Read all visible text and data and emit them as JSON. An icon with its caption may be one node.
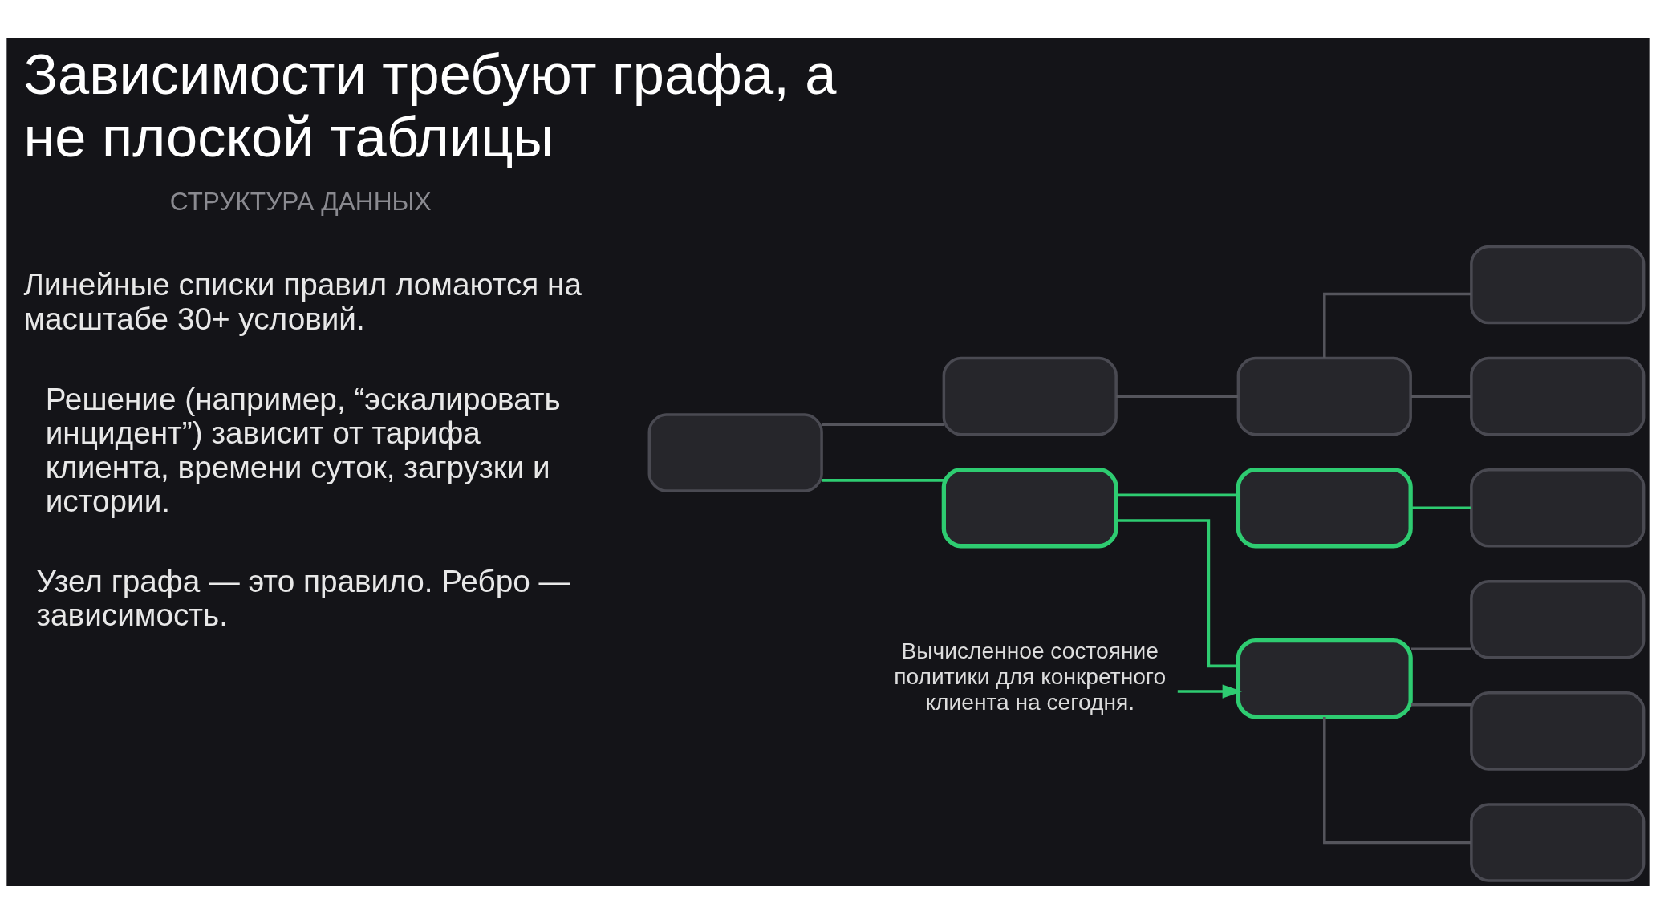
{
  "diagram": {
    "title": "Зависимости требуют графа, а не плоской таблицы",
    "nodes": [
      {
        "text": [],
        "shape": "box"
      },
      {
        "text": [],
        "shape": "box"
      },
      {
        "text": [],
        "shape": "box"
      },
      {
        "text": [],
        "shape": "box"
      },
      {
        "text": [],
        "shape": "box"
      },
      {
        "text": [],
        "shape": "box"
      },
      {
        "text": [],
        "shape": "box"
      },
      {
        "text": [],
        "shape": "box"
      },
      {
        "text": [],
        "shape": "box"
      },
      {
        "text": [],
        "shape": "box"
      },
      {
        "text": [],
        "shape": "box"
      },
      {
        "text": [],
        "shape": "box"
      },
      {
        "text": [
          "Вычисленное состояние политики для конкретного клиента на сегодня."
        ]
      }
    ],
    "edges": [
      {
        "from": 0,
        "to": 1,
        "arrow": "none"
      },
      {
        "from": 0,
        "to": 2,
        "arrow": "none",
        "color": "#2ecc71"
      },
      {
        "from": 1,
        "to": 3,
        "arrow": "none"
      },
      {
        "from": 2,
        "to": 4,
        "arrow": "none",
        "color": "#2ecc71"
      },
      {
        "from": 2,
        "to": 5,
        "arrow": "none",
        "color": "#2ecc71"
      },
      {
        "from": 3,
        "to": 6,
        "arrow": "none"
      },
      {
        "from": 3,
        "to": 7,
        "arrow": "none"
      },
      {
        "from": 4,
        "to": 8,
        "arrow": "none",
        "color": "#2ecc71"
      },
      {
        "from": 5,
        "to": 9,
        "arrow": "none"
      },
      {
        "from": 5,
        "to": 10,
        "arrow": "none"
      },
      {
        "from": 5,
        "to": 11,
        "arrow": "none"
      },
      {
        "from": 12,
        "to": 5,
        "arrow": "to",
        "color": "#2ecc71"
      }
    ],
    "labels": [
      "СТРУКТУРА ДАННЫХ",
      "Линейные списки правил ломаются на масштабе 30+ условий.",
      "Решение (например, “эскалировать инцидент”) зависит от тарифа клиента, времени суток, загрузки и истории.",
      "Узел графа — это правило. Ребро — зависимость."
    ]
  }
}
